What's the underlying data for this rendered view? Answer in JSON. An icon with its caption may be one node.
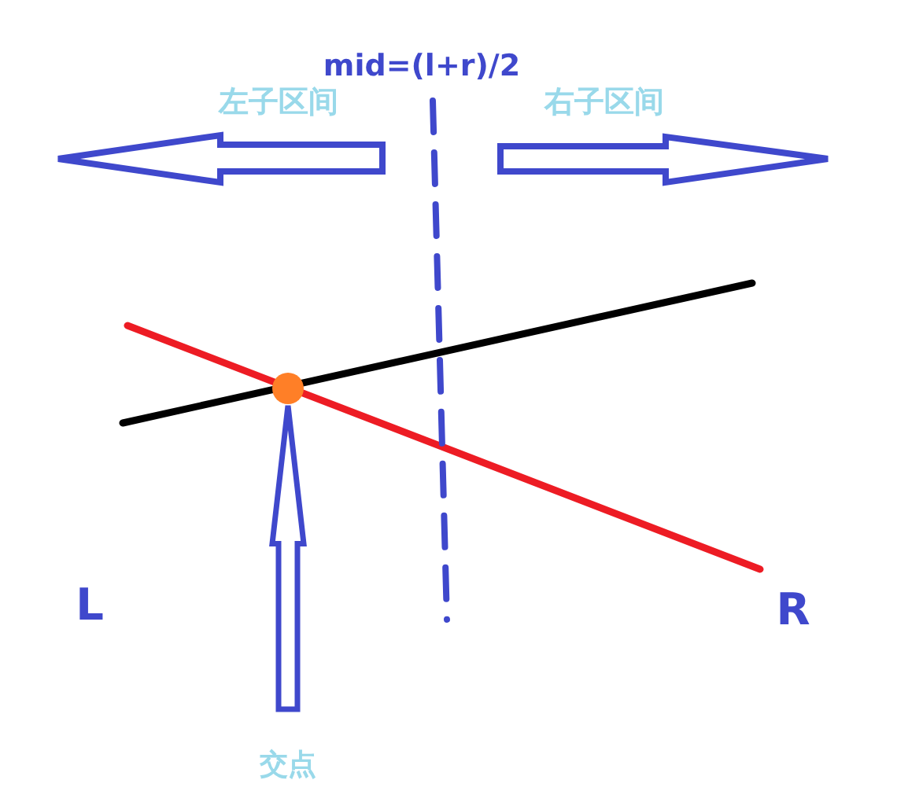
{
  "diagram": {
    "nodes": [
      {
        "text": [],
        "shape": "circle"
      },
      {
        "text": [
          "交点"
        ]
      }
    ],
    "edges": [
      {
        "from": 1,
        "to": 0,
        "arrow": "to"
      }
    ],
    "labels": [
      "mid=(l+r)/2",
      "左子区间",
      "右子区间",
      "L",
      "R"
    ]
  }
}
